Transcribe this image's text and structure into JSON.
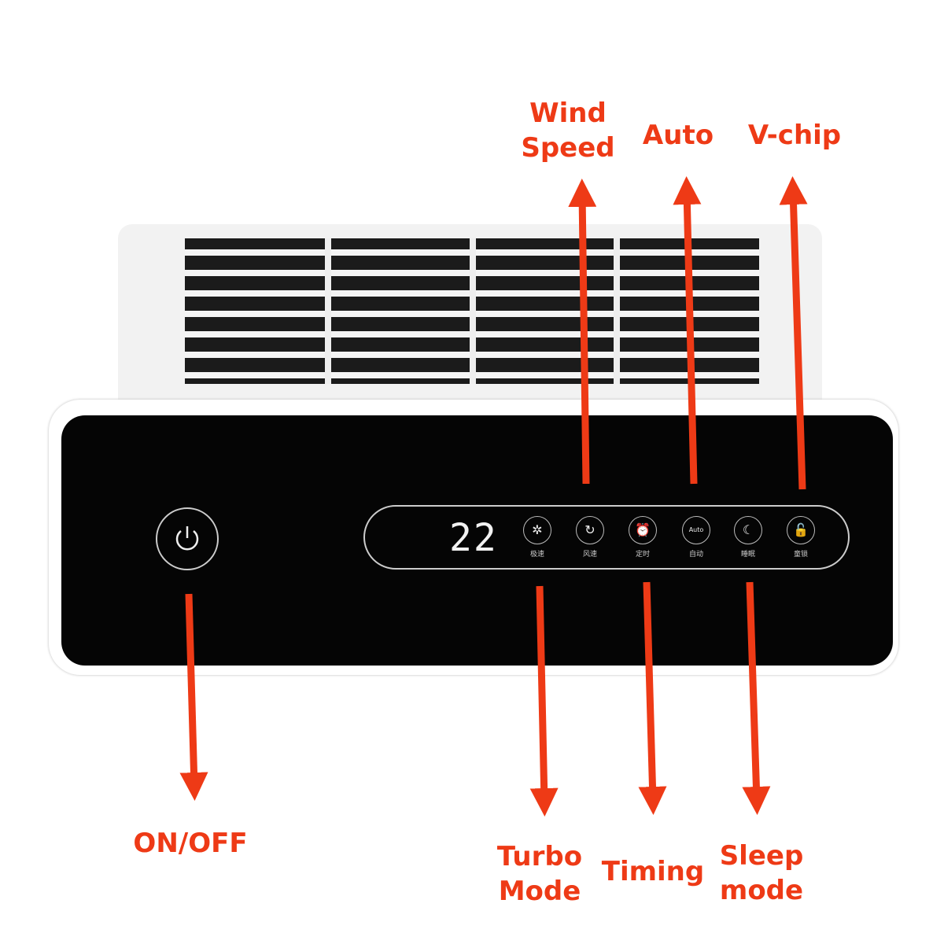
{
  "display": {
    "value": "22"
  },
  "buttons": [
    {
      "icon": "turbo-fan-icon",
      "glyph": "✲",
      "label": "极速"
    },
    {
      "icon": "wind-speed-icon",
      "glyph": "↻",
      "label": "风速"
    },
    {
      "icon": "alarm-clock-icon",
      "glyph": "⏰",
      "label": "定时"
    },
    {
      "icon": "auto-icon",
      "glyph": "Auto",
      "label": "自动"
    },
    {
      "icon": "moon-icon",
      "glyph": "☾",
      "label": "睡眠"
    },
    {
      "icon": "lock-icon",
      "glyph": "🔓",
      "label": "童锁"
    }
  ],
  "annotations": {
    "wind_speed": [
      "Wind",
      "Speed"
    ],
    "auto": "Auto",
    "v_chip": "V-chip",
    "on_off": "ON/OFF",
    "turbo": [
      "Turbo",
      "Mode"
    ],
    "timing": "Timing",
    "sleep": [
      "Sleep",
      "mode"
    ]
  },
  "colors": {
    "annotation": "#ee3a16",
    "panel": "#050505"
  }
}
